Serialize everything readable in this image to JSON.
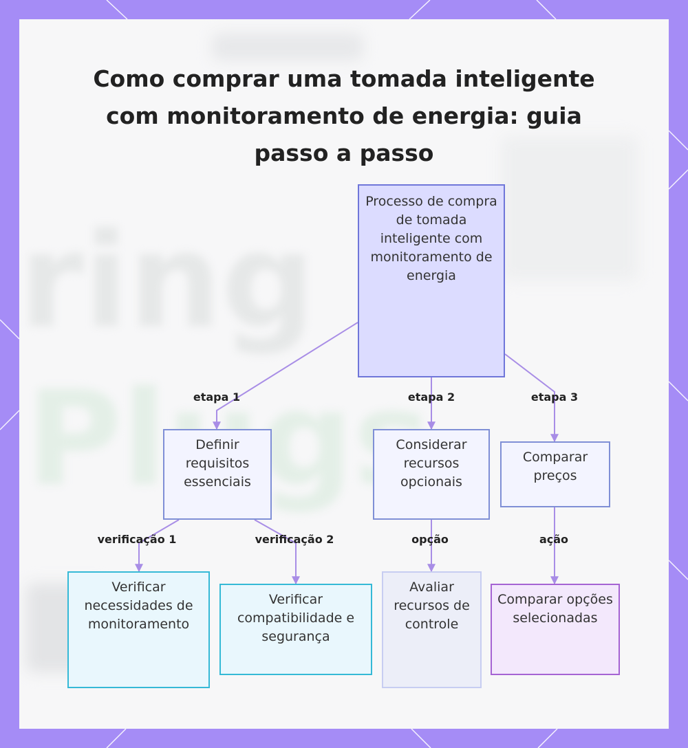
{
  "title": "Como comprar uma tomada inteligente com monitoramento de energia: guia passo a passo",
  "background_text": {
    "line1": "ring",
    "line2": "Plugs"
  },
  "nodes": {
    "root": "Processo de compra de tomada inteligente com monitoramento de energia",
    "step1": "Definir requisitos essenciais",
    "step2": "Considerar recursos opcionais",
    "step3": "Comparar preços",
    "check1": "Verificar necessidades de monitoramento",
    "check2": "Verificar compatibilidade e segurança",
    "option": "Avaliar recursos de controle",
    "action": "Comparar opções selecionadas"
  },
  "edge_labels": {
    "step1": "etapa 1",
    "step2": "etapa 2",
    "step3": "etapa 3",
    "check1": "verificação 1",
    "check2": "verificação 2",
    "option": "opção",
    "action": "ação"
  },
  "colors": {
    "frame": "#a58cf6",
    "edge": "#a88de6",
    "root_fill": "#dcdcff",
    "cyan_border": "#35b9d6",
    "purple_border": "#a563d3"
  }
}
